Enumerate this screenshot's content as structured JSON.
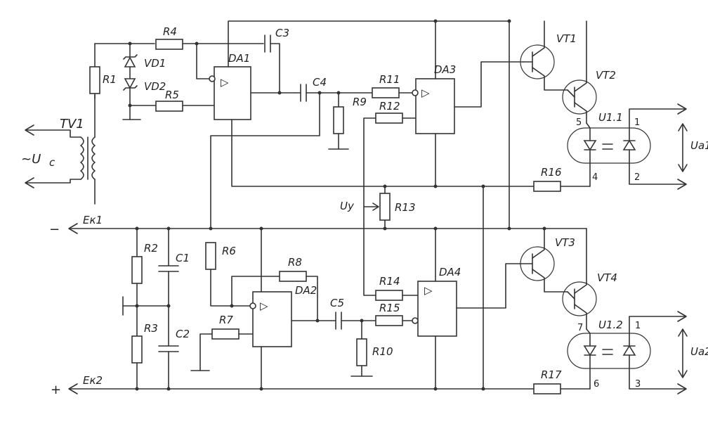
{
  "labels": {
    "TV1": "TV1",
    "Uc": "~U",
    "Uc_sub": "c",
    "R1": "R1",
    "R2": "R2",
    "R3": "R3",
    "R4": "R4",
    "R5": "R5",
    "R6": "R6",
    "R7": "R7",
    "R8": "R8",
    "R9": "R9",
    "R10": "R10",
    "R11": "R11",
    "R12": "R12",
    "R13": "R13",
    "R14": "R14",
    "R15": "R15",
    "R16": "R16",
    "R17": "R17",
    "C1": "C1",
    "C2": "C2",
    "C3": "C3",
    "C4": "C4",
    "C5": "C5",
    "VD1": "VD1",
    "VD2": "VD2",
    "DA1": "DA1",
    "DA2": "DA2",
    "DA3": "DA3",
    "DA4": "DA4",
    "VT1": "VT1",
    "VT2": "VT2",
    "VT3": "VT3",
    "VT4": "VT4",
    "U11": "U1.1",
    "U12": "U1.2",
    "Ek1": "Eк1",
    "Ek2": "Eк2",
    "minus": "−",
    "plus": "+",
    "Uy": "Uy",
    "Ua1": "Ua1",
    "Ua2": "Ua2",
    "pin5": "5",
    "pin1a": "1",
    "pin4": "4",
    "pin2": "2",
    "pin7": "7",
    "pin1b": "1",
    "pin6": "6",
    "pin3": "3",
    "tri": "▷"
  }
}
